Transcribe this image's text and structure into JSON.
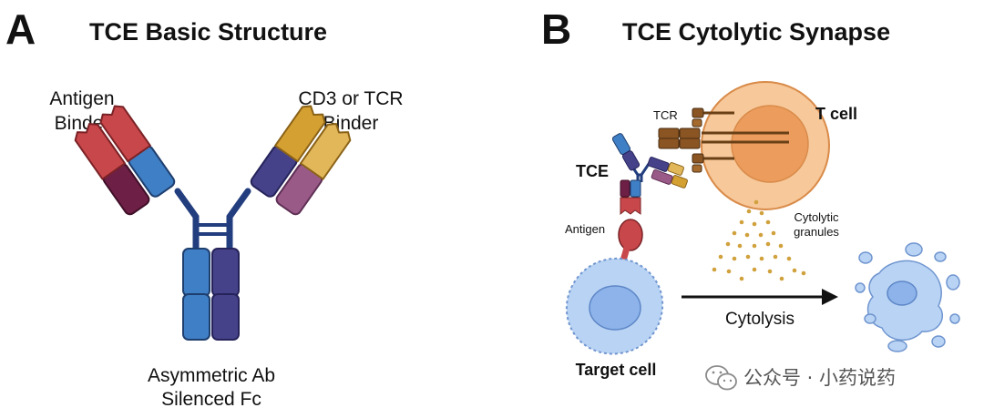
{
  "panel_a": {
    "letter": "A",
    "title": "TCE Basic Structure",
    "label_left_line1": "Antigen",
    "label_left_line2": "Binder",
    "label_right_line1": "CD3 or TCR",
    "label_right_line2": "Binder",
    "label_bottom_line1": "Asymmetric Ab",
    "label_bottom_line2": "Silenced Fc"
  },
  "panel_b": {
    "letter": "B",
    "title": "TCE Cytolytic Synapse",
    "tcr_label": "TCR",
    "t_cell_label": "T cell",
    "tce_label": "TCE",
    "antigen_label": "Antigen",
    "granules_line1": "Cytolytic",
    "granules_line2": "granules",
    "cytolysis_label": "Cytolysis",
    "target_cell_label": "Target cell"
  },
  "watermark": {
    "text": "公众号 · 小药说药"
  },
  "colors": {
    "red": "#c8474a",
    "maroon": "#6e1f45",
    "blue": "#3f7fc5",
    "navy": "#46428a",
    "gold": "#d4a032",
    "mauve": "#9a5a88",
    "hinge": "#233e7e",
    "tcell_outer": "#f7c89a",
    "tcell_inner": "#ec9d5e",
    "target_cell": "#b9d3f4",
    "target_nucleus": "#8db3ea",
    "granule": "#d0a13c",
    "brown": "#8a5522"
  }
}
